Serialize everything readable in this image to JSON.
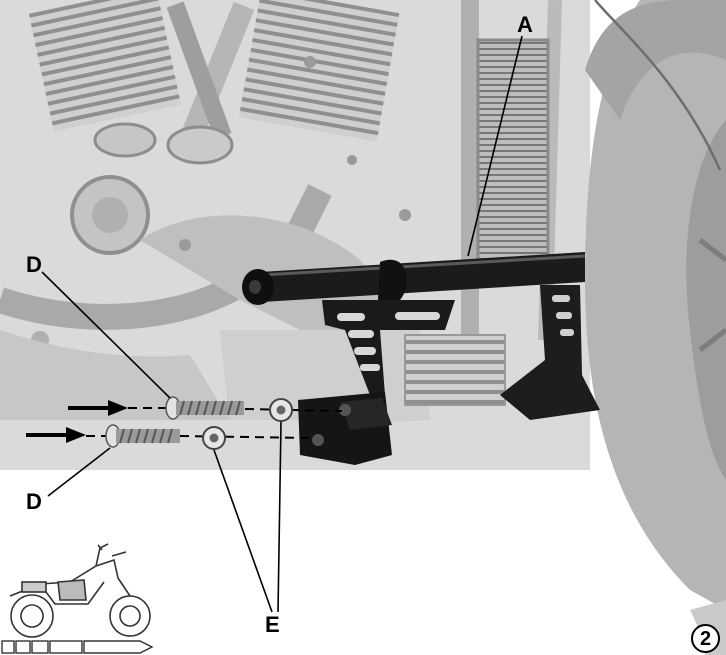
{
  "callouts": {
    "a": "A",
    "d_upper": "D",
    "d_lower": "D",
    "e": "E"
  },
  "page_number": "2",
  "icons": [
    "motorcycle-thumbnail-icon",
    "arrow-right-icon"
  ]
}
